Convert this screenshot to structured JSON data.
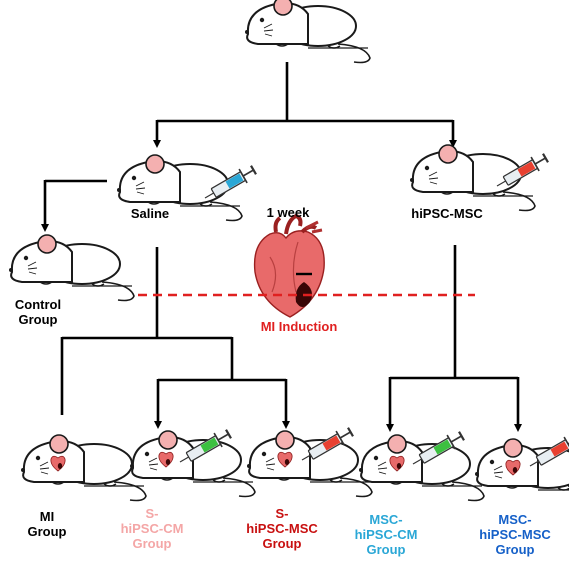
{
  "labels": {
    "saline": "Saline",
    "hipsc_msc": "hiPSC-MSC",
    "one_week": "1 week",
    "mi_induction": "MI Induction",
    "control_group": [
      "Control",
      "Group"
    ],
    "groups": [
      {
        "lines": [
          "MI",
          "Group"
        ],
        "color": "#000000"
      },
      {
        "lines": [
          "S-",
          "hiPSC-CM",
          "Group"
        ],
        "color": "#f4a6a6"
      },
      {
        "lines": [
          "S-",
          "hiPSC-MSC",
          "Group"
        ],
        "color": "#c81010"
      },
      {
        "lines": [
          "MSC-",
          "hiPSC-CM",
          "Group"
        ],
        "color": "#2aa7d6"
      },
      {
        "lines": [
          "MSC-",
          "hiPSC-MSC",
          "Group"
        ],
        "color": "#1560c8"
      }
    ]
  },
  "colors": {
    "mi_line": "#e02020",
    "mi_text": "#e02020",
    "syringe_blue": "#2aa7d6",
    "syringe_red": "#e84030",
    "syringe_green": "#3cc040",
    "mouse_ear": "#f4b0b0",
    "heart": "#e86a6a",
    "infarct": "#3a0606"
  },
  "icons": [
    "mouse-icon",
    "syringe-icon",
    "heart-icon",
    "arrow-icon"
  ]
}
